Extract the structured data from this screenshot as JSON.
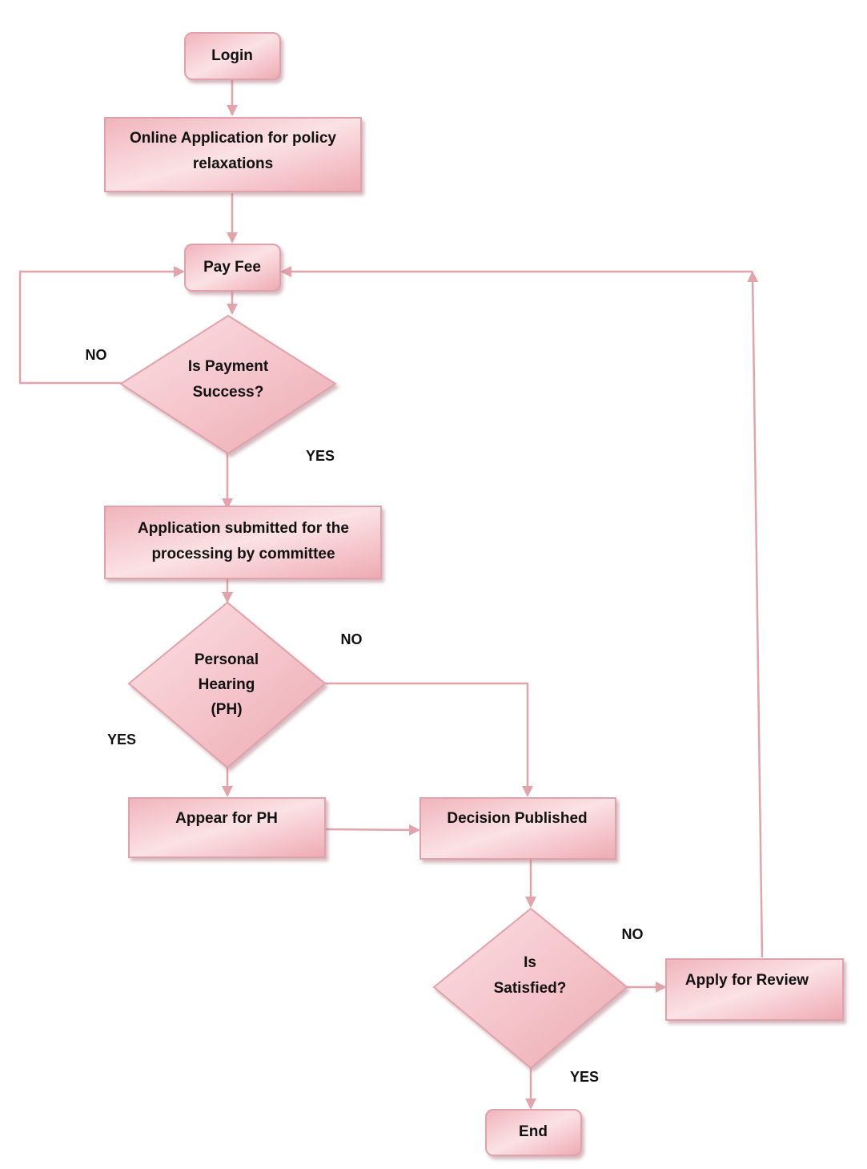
{
  "diagram": {
    "accent_color": "#e3a3ab",
    "fill_light": "#fde9eb",
    "fill_mid": "#f2b8bf",
    "nodes": {
      "login": "Login",
      "online_application": [
        "Online Application for policy",
        "relaxations"
      ],
      "pay_fee": "Pay Fee",
      "payment_check": [
        "Is Payment",
        "Success?"
      ],
      "application_submitted": [
        "Application submitted for the",
        "processing by committee"
      ],
      "personal_hearing": [
        "Personal",
        "Hearing",
        "(PH)"
      ],
      "appear_for_ph": "Appear for PH",
      "decision_published": "Decision Published",
      "satisfied_check": [
        "Is",
        "Satisfied?"
      ],
      "apply_for_review": "Apply for Review",
      "end": "End"
    },
    "edge_labels": {
      "payment_no": "NO",
      "payment_yes": "YES",
      "hearing_no": "NO",
      "hearing_yes": "YES",
      "satisfied_no": "NO",
      "satisfied_yes": "YES"
    }
  }
}
